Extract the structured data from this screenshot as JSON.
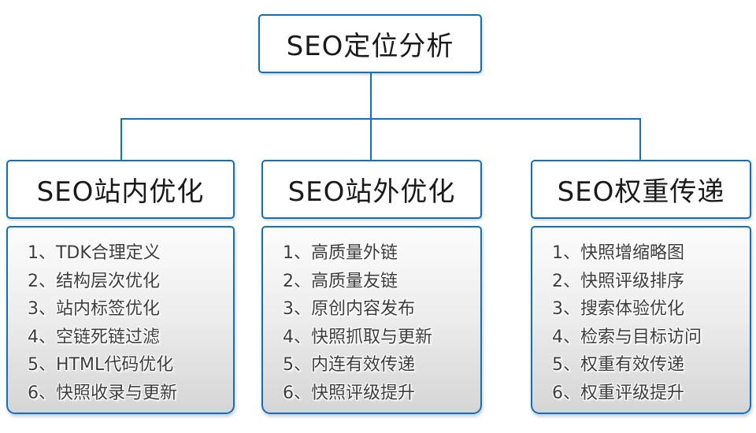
{
  "colors": {
    "accent": "#1070c0",
    "list_background_top": "#fcfcfc",
    "list_background_bottom": "#d5d5d5",
    "header_text": "#1a1a1a",
    "list_text": "#3d3d3d"
  },
  "root": {
    "title": "SEO定位分析"
  },
  "columns": [
    {
      "title": "SEO站内优化",
      "items": [
        "1、TDK合理定义",
        "2、结构层次优化",
        "3、站内标签优化",
        "4、空链死链过滤",
        "5、HTML代码优化",
        "6、快照收录与更新"
      ]
    },
    {
      "title": "SEO站外优化",
      "items": [
        "1、高质量外链",
        "2、高质量友链",
        "3、原创内容发布",
        "4、快照抓取与更新",
        "5、内连有效传递",
        "6、快照评级提升"
      ]
    },
    {
      "title": "SEO权重传递",
      "items": [
        "1、快照增缩略图",
        "2、快照评级排序",
        "3、搜索体验优化",
        "4、检索与目标访问",
        "5、权重有效传递",
        "6、权重评级提升"
      ]
    }
  ]
}
